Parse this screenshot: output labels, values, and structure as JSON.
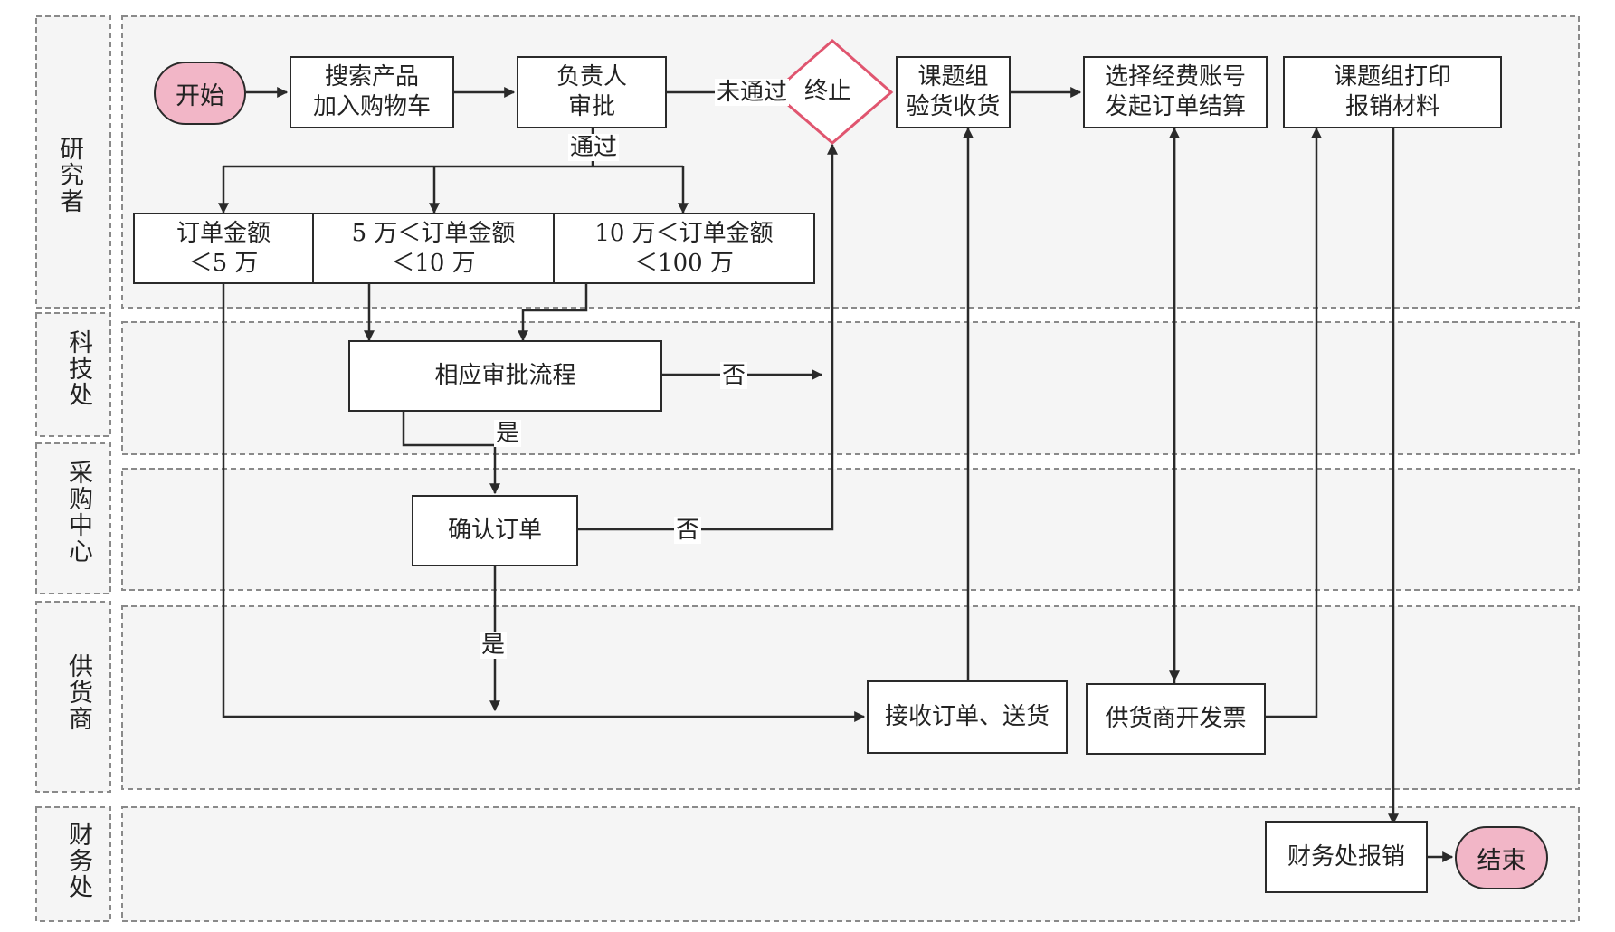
{
  "lanes": [
    {
      "id": "researcher",
      "label": "研究者"
    },
    {
      "id": "sci_office",
      "label": "科技处"
    },
    {
      "id": "purchase_center",
      "label": "采购中心"
    },
    {
      "id": "supplier",
      "label": "供货商"
    },
    {
      "id": "finance_office",
      "label": "财务处"
    }
  ],
  "nodes": {
    "start": "开始",
    "search": "搜索产品\n加入购物车",
    "leader_approve": "负责人\n审批",
    "amount_lt5": "订单金额\n＜5 万",
    "amount_5_10": "5 万＜订单金额\n＜10 万",
    "amount_10_100": "10 万＜订单金额\n＜100 万",
    "terminate": "终止",
    "group_receive": "课题组\n验货收货",
    "select_account": "选择经费账号\n发起订单结算",
    "group_print": "课题组打印\n报销材料",
    "approval_flow": "相应审批流程",
    "confirm_order": "确认订单",
    "receive_deliver": "接收订单、送货",
    "supplier_invoice": "供货商开发票",
    "finance_reimburse": "财务处报销",
    "end": "结束"
  },
  "edge_labels": {
    "not_passed": "未通过",
    "passed": "通过",
    "flow_no": "否",
    "flow_yes": "是",
    "confirm_no": "否",
    "confirm_yes": "是"
  },
  "colors": {
    "terminal_fill": "#f2b6c7",
    "terminate_stroke": "#e0556f",
    "line": "#2a2a2a",
    "lane_border": "#8a8a8a",
    "lane_fill": "#f5f5f5"
  }
}
